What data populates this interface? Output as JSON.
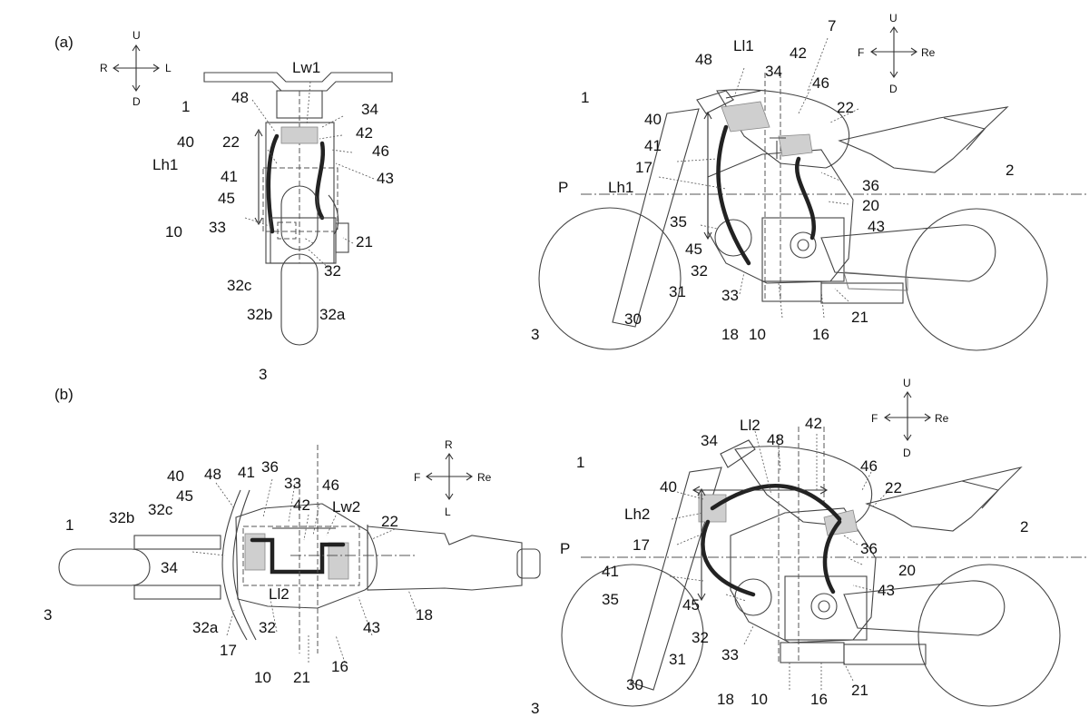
{
  "panels": {
    "a": "(a)",
    "b": "(b)"
  },
  "axes": {
    "a_front": {
      "up": "U",
      "down": "D",
      "left": "R",
      "right": "L"
    },
    "a_side": {
      "up": "U",
      "down": "D",
      "left": "F",
      "right": "Re"
    },
    "b_top": {
      "up": "R",
      "down": "L",
      "left": "F",
      "right": "Re"
    },
    "b_side": {
      "up": "U",
      "down": "D",
      "left": "F",
      "right": "Re"
    }
  },
  "labels_a_front": [
    "Lw1",
    "1",
    "48",
    "34",
    "22",
    "42",
    "40",
    "46",
    "Lh1",
    "43",
    "41",
    "45",
    "33",
    "10",
    "21",
    "32",
    "32c",
    "32b",
    "32a",
    "3"
  ],
  "labels_a_side": [
    "7",
    "Ll1",
    "48",
    "34",
    "42",
    "46",
    "1",
    "40",
    "22",
    "41",
    "17",
    "Lh1",
    "2",
    "P",
    "36",
    "20",
    "35",
    "43",
    "45",
    "32",
    "31",
    "33",
    "30",
    "18",
    "10",
    "16",
    "21",
    "3"
  ],
  "labels_b_top": [
    "40",
    "48",
    "41",
    "36",
    "33",
    "46",
    "32b",
    "32c",
    "45",
    "42",
    "Lw2",
    "1",
    "22",
    "34",
    "3",
    "Ll2",
    "18",
    "32a",
    "32",
    "43",
    "17",
    "10",
    "21",
    "16"
  ],
  "labels_b_side": [
    "Ll2",
    "42",
    "34",
    "48",
    "1",
    "46",
    "40",
    "22",
    "Lh2",
    "2",
    "P",
    "17",
    "36",
    "41",
    "20",
    "35",
    "43",
    "45",
    "32",
    "31",
    "33",
    "30",
    "18",
    "10",
    "16",
    "21",
    "3"
  ]
}
